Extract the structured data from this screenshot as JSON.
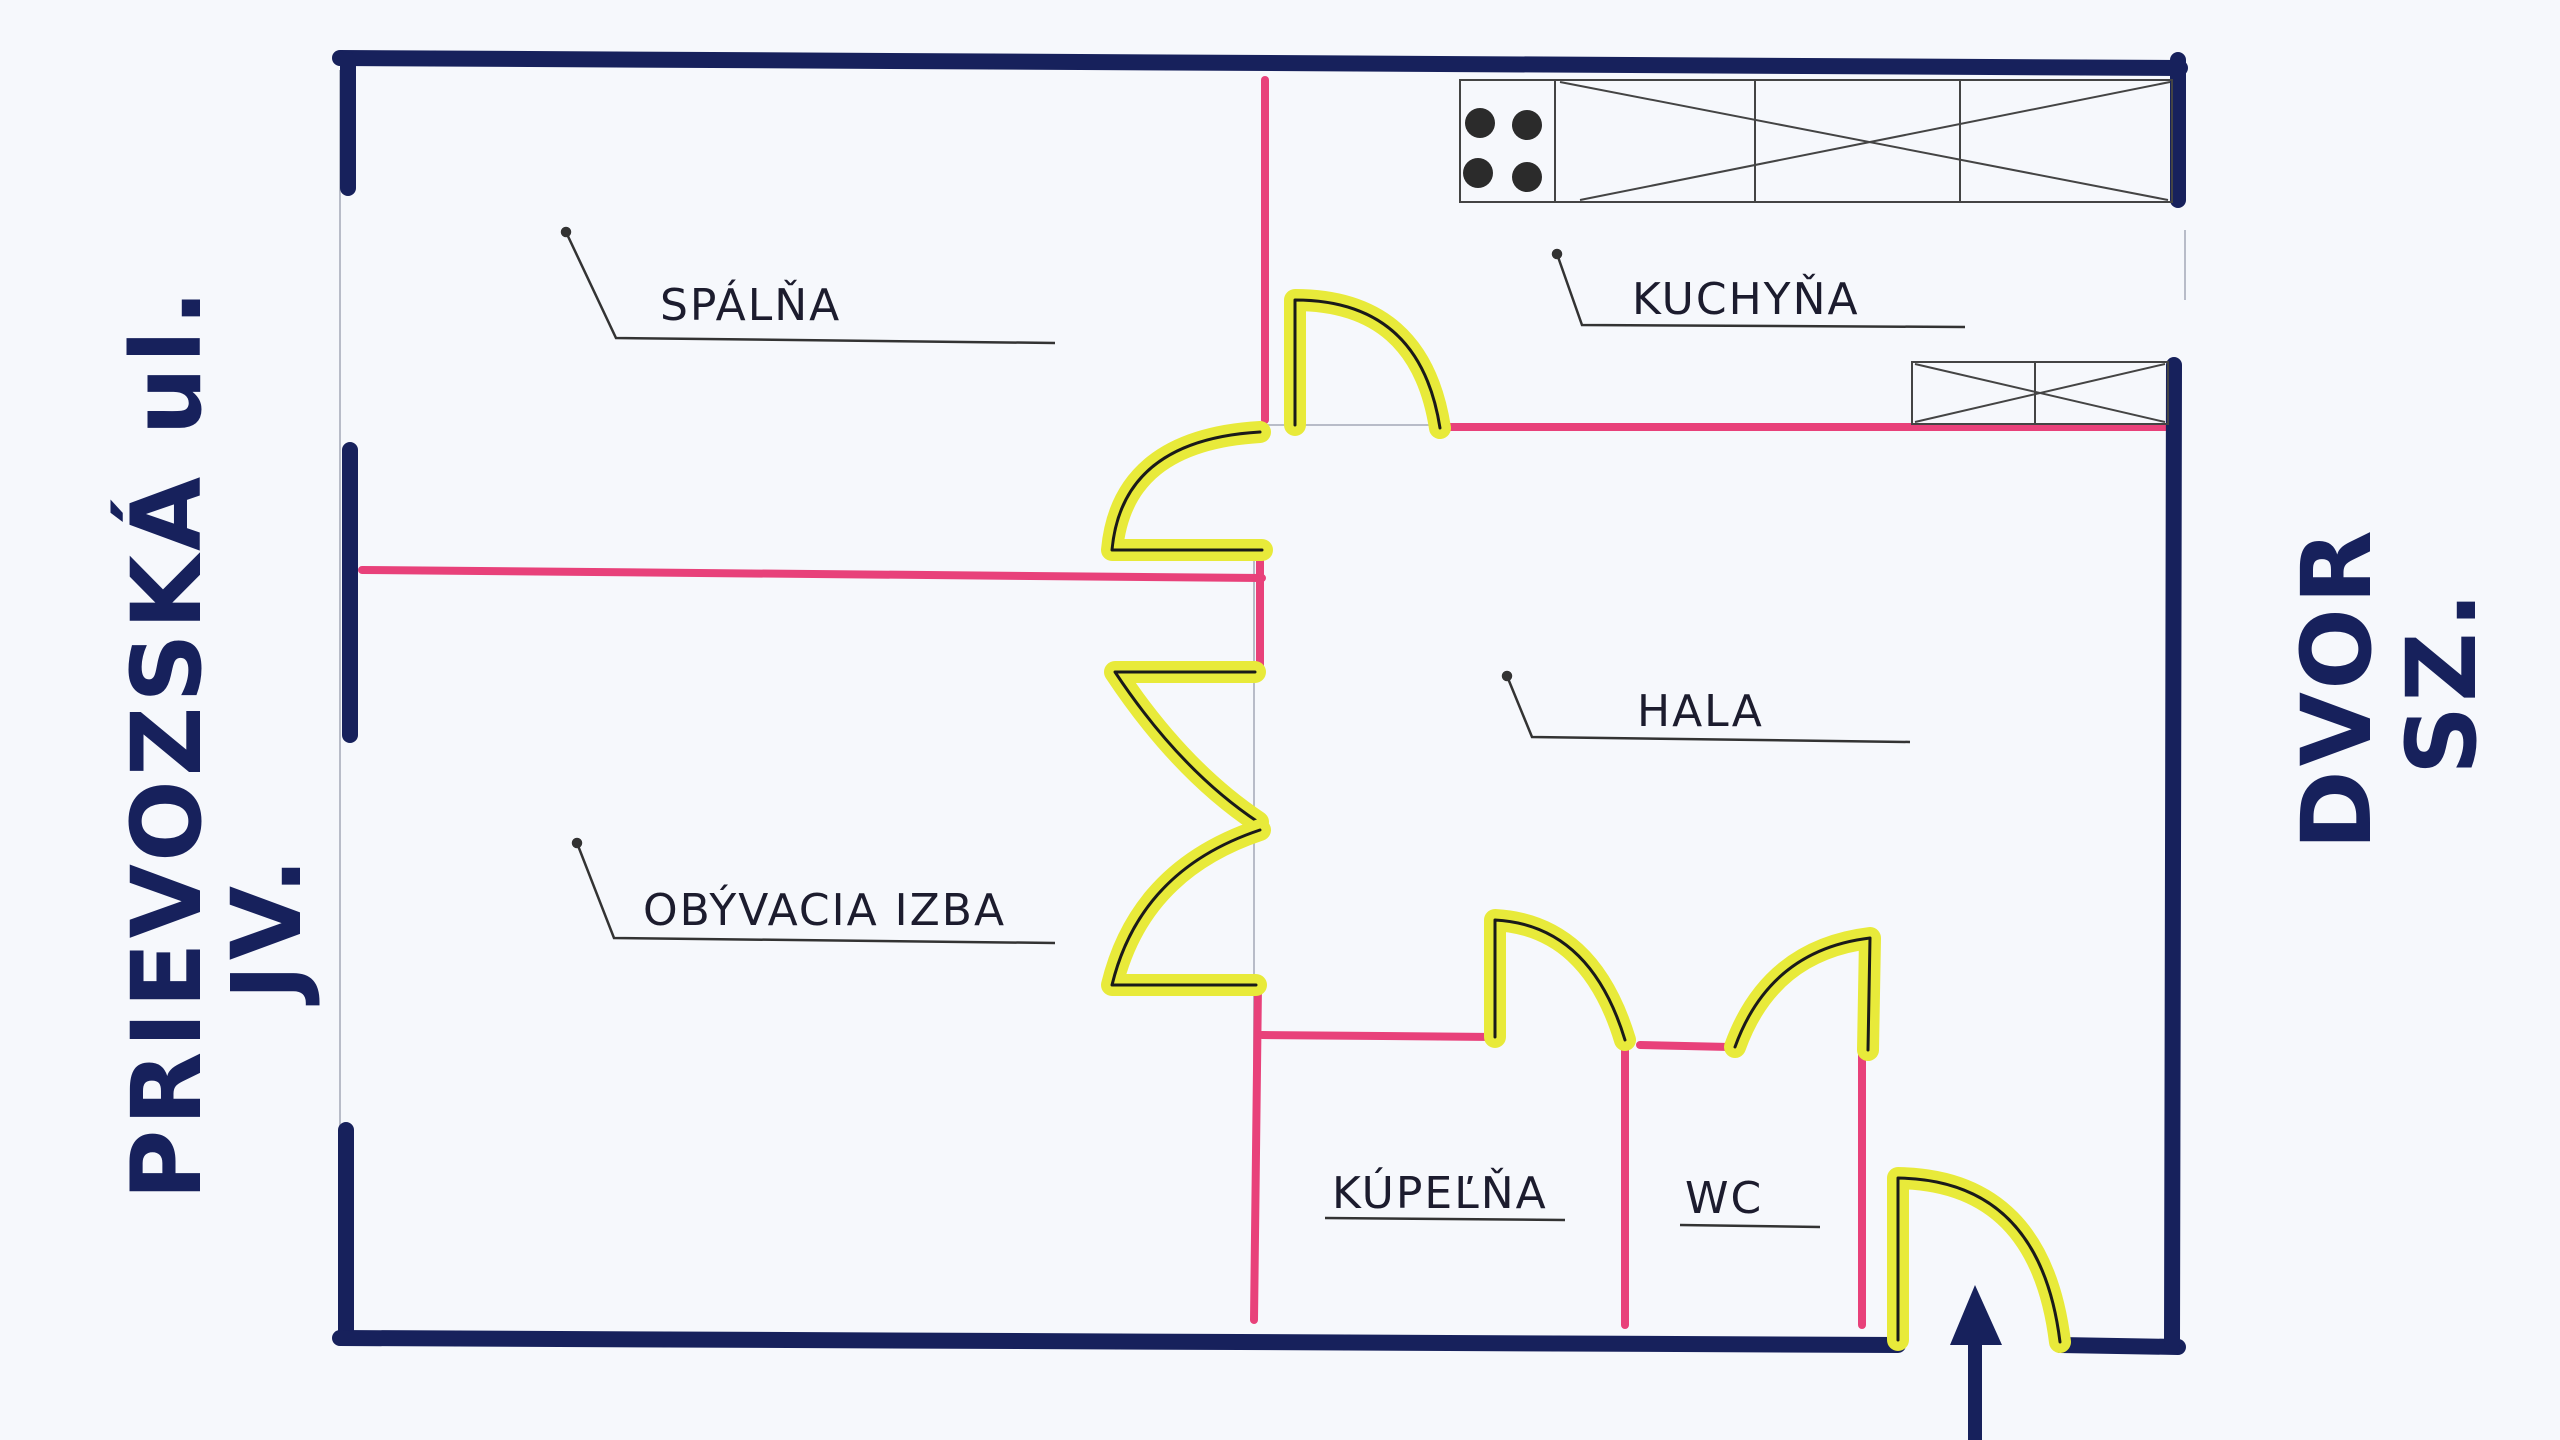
{
  "rooms": {
    "bedroom": "SPÁLŇA",
    "kitchen": "KUCHYŇA",
    "hall": "HALA",
    "living_room": "OBÝVACIA IZBA",
    "bathroom": "KÚPEĽŇA",
    "wc": "WC"
  },
  "streets": {
    "left_name": "PRIEVOZSKÁ ul.",
    "left_orientation": "JV.",
    "right_name": "DVOR",
    "right_orientation": "SZ."
  },
  "colors": {
    "outer_wall": "#17215c",
    "inner_wall": "#e8417a",
    "door_highlight": "#e8ea3a",
    "pencil": "#333333",
    "background": "#f6f8fc"
  },
  "icons": {
    "stove": "stove-burners-icon",
    "entrance": "entrance-arrow-icon"
  }
}
